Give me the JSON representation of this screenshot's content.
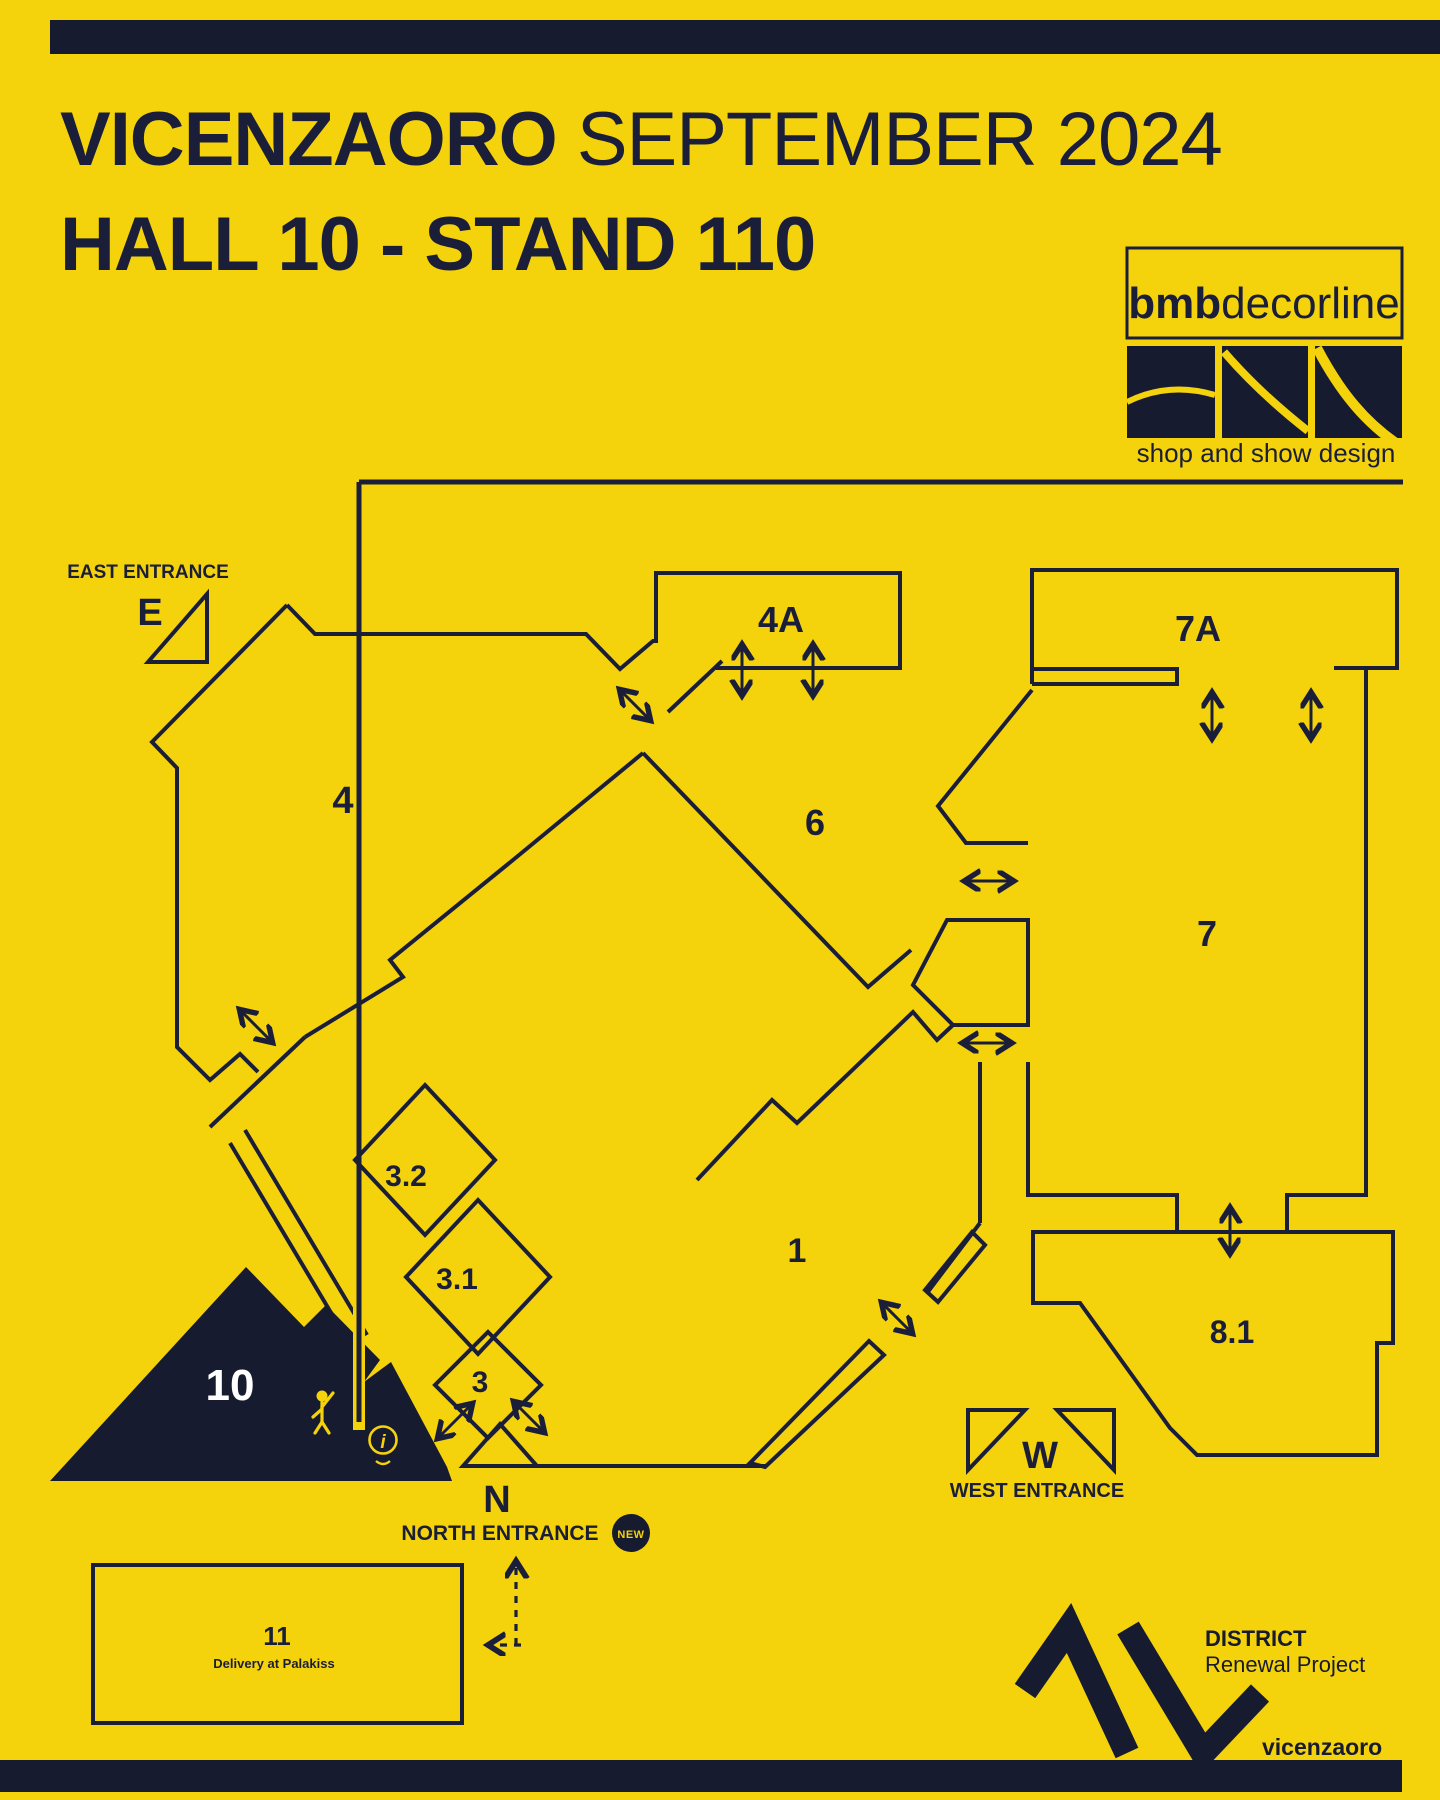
{
  "page": {
    "background": "#F4D20C",
    "ink": "#1A1E38",
    "bar_color": "#171B30"
  },
  "header": {
    "title_bold": "VICENZAORO",
    "title_rest": " SEPTEMBER 2024",
    "subtitle": "HALL 10 - STAND 110"
  },
  "brand_logo": {
    "name_bold": "bmb",
    "name_rest": "decorline",
    "tagline": "shop and show design"
  },
  "map": {
    "halls": [
      {
        "id": "4A",
        "label": "4A"
      },
      {
        "id": "7A",
        "label": "7A"
      },
      {
        "id": "4",
        "label": "4"
      },
      {
        "id": "6",
        "label": "6"
      },
      {
        "id": "7",
        "label": "7"
      },
      {
        "id": "3.2",
        "label": "3.2"
      },
      {
        "id": "3.1",
        "label": "3.1"
      },
      {
        "id": "3",
        "label": "3"
      },
      {
        "id": "1",
        "label": "1"
      },
      {
        "id": "8.1",
        "label": "8.1"
      },
      {
        "id": "10",
        "label": "10"
      },
      {
        "id": "11",
        "label": "11"
      }
    ],
    "delivery_note": "Delivery at Palakiss",
    "entrances": [
      {
        "letter": "E",
        "label": "EAST ENTRANCE"
      },
      {
        "letter": "N",
        "label": "NORTH ENTRANCE",
        "badge": "NEW"
      },
      {
        "letter": "W",
        "label": "WEST ENTRANCE"
      }
    ]
  },
  "footer_logo": {
    "line1": "DISTRICT",
    "line2": "Renewal Project",
    "brand": "vicenzaoro"
  }
}
